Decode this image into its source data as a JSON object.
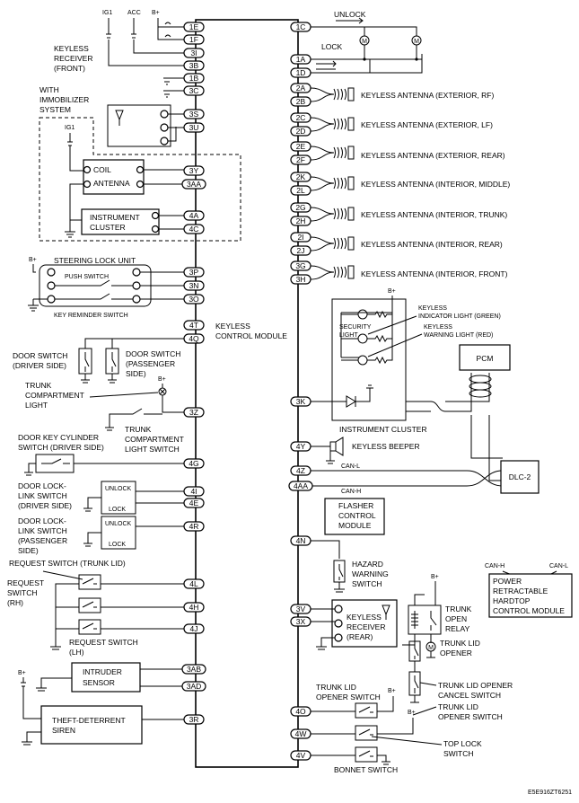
{
  "diagram": {
    "code": "E5E916ZT6251",
    "module_label": [
      "KEYLESS",
      "CONTROL MODULE"
    ],
    "power": {
      "ig1": "IG1",
      "acc": "ACC",
      "bplus": "B+"
    },
    "left_pins": [
      {
        "id": "1E"
      },
      {
        "id": "1F"
      },
      {
        "id": "3I"
      },
      {
        "id": "3B"
      },
      {
        "id": "1B"
      },
      {
        "id": "3C"
      },
      {
        "id": "3S"
      },
      {
        "id": "3U"
      },
      {
        "id": "3Y"
      },
      {
        "id": "3AA"
      },
      {
        "id": "4A"
      },
      {
        "id": "4C"
      },
      {
        "id": "3P"
      },
      {
        "id": "3N"
      },
      {
        "id": "3O"
      },
      {
        "id": "4T"
      },
      {
        "id": "4Q"
      },
      {
        "id": "3Z"
      },
      {
        "id": "4G"
      },
      {
        "id": "4I"
      },
      {
        "id": "4E"
      },
      {
        "id": "4R"
      },
      {
        "id": "4L"
      },
      {
        "id": "4H"
      },
      {
        "id": "4J"
      },
      {
        "id": "3AB"
      },
      {
        "id": "3AD"
      },
      {
        "id": "3R"
      }
    ],
    "right_pins": [
      {
        "id": "1C"
      },
      {
        "id": "1A"
      },
      {
        "id": "1D"
      },
      {
        "id": "2A"
      },
      {
        "id": "2B"
      },
      {
        "id": "2C"
      },
      {
        "id": "2D"
      },
      {
        "id": "2E"
      },
      {
        "id": "2F"
      },
      {
        "id": "2K"
      },
      {
        "id": "2L"
      },
      {
        "id": "2G"
      },
      {
        "id": "2H"
      },
      {
        "id": "2I"
      },
      {
        "id": "2J"
      },
      {
        "id": "3G"
      },
      {
        "id": "3H"
      },
      {
        "id": "3K"
      },
      {
        "id": "4Y"
      },
      {
        "id": "4Z"
      },
      {
        "id": "4AA"
      },
      {
        "id": "4N"
      },
      {
        "id": "3V"
      },
      {
        "id": "3X"
      },
      {
        "id": "4O"
      },
      {
        "id": "4W"
      },
      {
        "id": "4V"
      }
    ],
    "antennas": [
      "KEYLESS ANTENNA (EXTERIOR, RF)",
      "KEYLESS ANTENNA (EXTERIOR, LF)",
      "KEYLESS ANTENNA (EXTERIOR, REAR)",
      "KEYLESS ANTENNA (INTERIOR, MIDDLE)",
      "KEYLESS ANTENNA (INTERIOR, TRUNK)",
      "KEYLESS ANTENNA (INTERIOR, REAR)",
      "KEYLESS ANTENNA (INTERIOR, FRONT)"
    ],
    "left_labels": {
      "keyless_receiver_front": [
        "KEYLESS",
        "RECEIVER",
        "(FRONT)"
      ],
      "immobilizer": [
        "WITH",
        "IMMOBILIZER",
        "SYSTEM"
      ],
      "coil_antenna": [
        "COIL",
        "ANTENNA"
      ],
      "instrument_cluster": [
        "INSTRUMENT",
        "CLUSTER"
      ],
      "steering_lock_unit": "STEERING LOCK UNIT",
      "push_switch": "PUSH SWITCH",
      "key_reminder_switch": "KEY REMINDER SWITCH",
      "door_switch_driver": [
        "DOOR SWITCH",
        "(DRIVER SIDE)"
      ],
      "door_switch_passenger": [
        "DOOR SWITCH",
        "(PASSENGER",
        "SIDE)"
      ],
      "trunk_compartment_light": [
        "TRUNK",
        "COMPARTMENT",
        "LIGHT"
      ],
      "trunk_compartment_light_switch": [
        "TRUNK",
        "COMPARTMENT",
        "LIGHT SWITCH"
      ],
      "door_key_cylinder_switch": [
        "DOOR KEY CYLINDER",
        "SWITCH (DRIVER SIDE)"
      ],
      "door_lock_link_driver": [
        "DOOR LOCK-",
        "LINK SWITCH",
        "(DRIVER SIDE)"
      ],
      "door_lock_link_passenger": [
        "DOOR LOCK-",
        "LINK SWITCH",
        "(PASSENGER",
        "SIDE)"
      ],
      "unlock": "UNLOCK",
      "lock": "LOCK",
      "request_switch_trunk": "REQUEST SWITCH (TRUNK LID)",
      "request_switch_rh": [
        "REQUEST",
        "SWITCH",
        "(RH)"
      ],
      "request_switch_lh": [
        "REQUEST SWITCH",
        "(LH)"
      ],
      "intruder_sensor": [
        "INTRUDER",
        "SENSOR"
      ],
      "theft_deterrent_siren": [
        "THEFT-DETERRENT",
        "SIREN"
      ]
    },
    "right_labels": {
      "unlock": "UNLOCK",
      "lock": "LOCK",
      "indicator_light": [
        "KEYLESS",
        "INDICATOR LIGHT (GREEN)"
      ],
      "warning_light": [
        "KEYLESS",
        "WARNING LIGHT (RED)"
      ],
      "security_light": [
        "SECURITY",
        "LIGHT"
      ],
      "pcm": "PCM",
      "instrument_cluster": "INSTRUMENT CLUSTER",
      "keyless_beeper": "KEYLESS BEEPER",
      "can_l": "CAN-L",
      "can_h": "CAN-H",
      "dlc2": "DLC-2",
      "flasher": [
        "FLASHER",
        "CONTROL",
        "MODULE"
      ],
      "hazard": [
        "HAZARD",
        "WARNING",
        "SWITCH"
      ],
      "power_hardtop": [
        "POWER",
        "RETRACTABLE",
        "HARDTOP",
        "CONTROL MODULE"
      ],
      "keyless_receiver_rear": [
        "KEYLESS",
        "RECEIVER",
        "(REAR)"
      ],
      "trunk_open_relay": [
        "TRUNK",
        "OPEN",
        "RELAY"
      ],
      "trunk_lid_opener": [
        "TRUNK LID",
        "OPENER"
      ],
      "trunk_lid_opener_switch_top": [
        "TRUNK LID",
        "OPENER SWITCH"
      ],
      "trunk_lid_opener_cancel": [
        "TRUNK LID OPENER",
        "CANCEL SWITCH"
      ],
      "trunk_lid_opener_switch": [
        "TRUNK LID",
        "OPENER SWITCH"
      ],
      "top_lock_switch": [
        "TOP LOCK",
        "SWITCH"
      ],
      "bonnet_switch": "BONNET SWITCH"
    }
  }
}
